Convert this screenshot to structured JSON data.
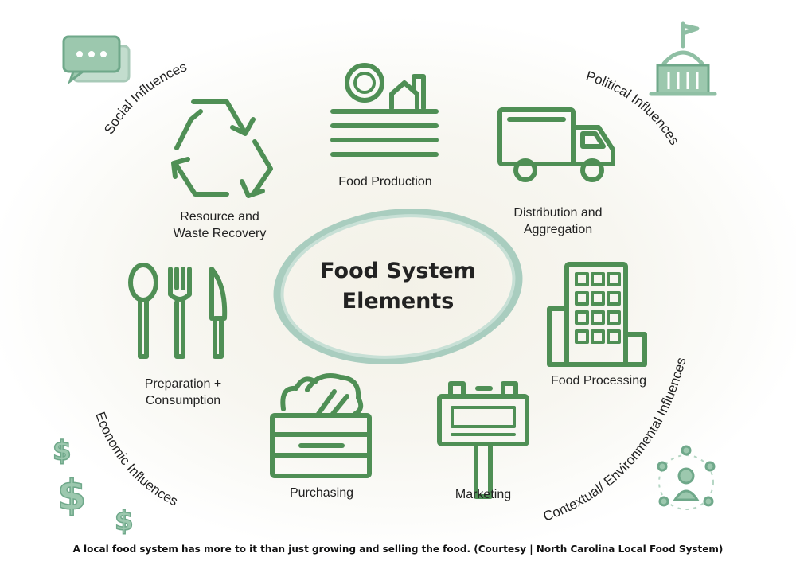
{
  "diagram": {
    "center_title": [
      "Food System",
      "Elements"
    ],
    "elements": {
      "food_production": "Food Production",
      "distribution": [
        "Distribution and",
        "Aggregation"
      ],
      "resource_recovery": [
        "Resource and",
        "Waste Recovery"
      ],
      "preparation": [
        "Preparation +",
        "Consumption"
      ],
      "food_processing": "Food Processing",
      "purchasing": "Purchasing",
      "marketing": "Marketing"
    },
    "influences": {
      "social": "Social Influences",
      "political": "Political Influences",
      "economic": "Economic Influences",
      "contextual": "Contextual/ Environmental Influences"
    },
    "icons": [
      "recycle-icon",
      "farm-icon",
      "truck-icon",
      "utensils-icon",
      "building-icon",
      "produce-crate-icon",
      "billboard-icon",
      "chat-bubbles-icon",
      "capitol-icon",
      "dollar-icon",
      "people-network-icon"
    ],
    "colors": {
      "icon_green": "#4f8f55",
      "mint": "#9cc8ae",
      "center_ring": "#a9cdbf"
    }
  },
  "caption": "A local food system has more to it than just growing and selling the food. (Courtesy | North Carolina Local Food System)"
}
